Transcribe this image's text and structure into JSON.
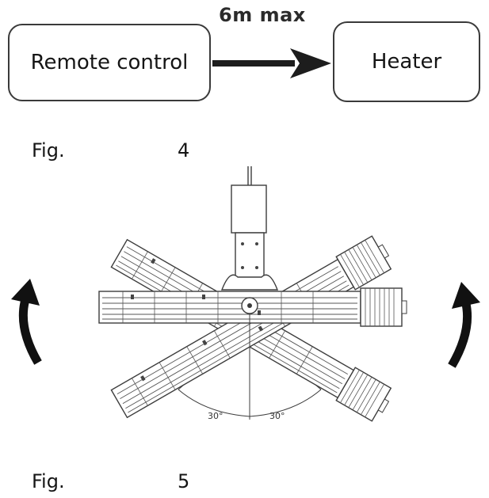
{
  "fig4": {
    "remote_label": "Remote control",
    "heater_label": "Heater",
    "range_label": "6m max",
    "fig_word": "Fig.",
    "fig_number": "4"
  },
  "fig5": {
    "fig_word": "Fig.",
    "fig_number": "5",
    "angle_left": "30°",
    "angle_right": "30°",
    "rotation_arrow_color": "#111111",
    "line_color": "#3c3c3c"
  }
}
